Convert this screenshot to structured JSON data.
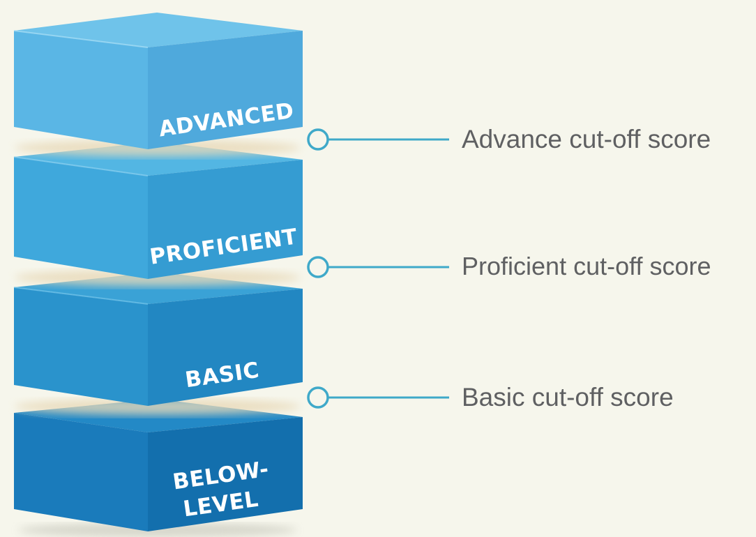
{
  "levels": [
    {
      "id": "advanced",
      "label": "ADVANCED",
      "color_top": "#6fc3ea",
      "color_front": "#5ab6e5",
      "color_side": "#4fa9dc"
    },
    {
      "id": "proficient",
      "label": "PROFICIENT",
      "color_top": "#53b6e3",
      "color_front": "#3fa8dc",
      "color_side": "#359cd2"
    },
    {
      "id": "basic",
      "label": "BASIC",
      "color_top": "#3aa2d6",
      "color_front": "#2a93cc",
      "color_side": "#2287c2"
    },
    {
      "id": "below-level",
      "label_lines": [
        "BELOW-",
        "LEVEL"
      ],
      "color_top": "#2389c6",
      "color_front": "#1a7bbb",
      "color_side": "#136fad"
    }
  ],
  "cutoffs": [
    {
      "id": "advance",
      "label": "Advance cut-off score"
    },
    {
      "id": "proficient",
      "label": "Proficient cut-off score"
    },
    {
      "id": "basic",
      "label": "Basic cut-off score"
    }
  ],
  "connector_color": "#3fa9c9"
}
